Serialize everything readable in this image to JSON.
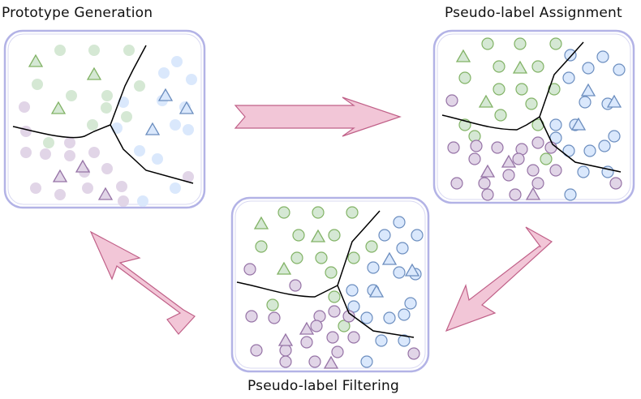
{
  "captions": {
    "prototype_generation": "Prototype Generation",
    "pseudo_label_assignment": "Pseudo-label Assignment",
    "pseudo_label_filtering": "Pseudo-label Filtering"
  },
  "colors": {
    "green_fill": "#d5e8d4",
    "green_stroke": "#82b366",
    "blue_fill": "#dae8fc",
    "blue_stroke": "#6c8ebf",
    "purple_fill": "#e1d5e7",
    "purple_stroke": "#9673a6",
    "panel_border": "#b3b3e6",
    "arrow_fill": "#f2c6d7",
    "arrow_stroke": "#c06088"
  }
}
